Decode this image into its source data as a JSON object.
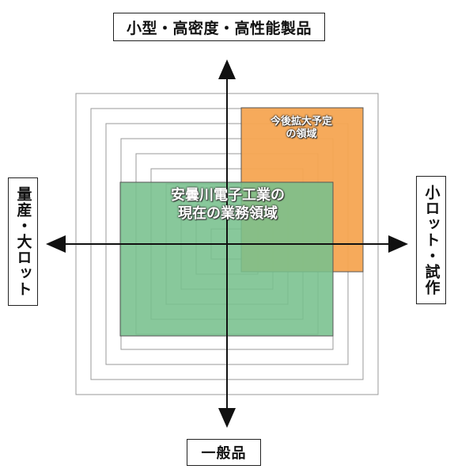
{
  "axes": {
    "top": "小型・高密度・高性能製品",
    "bottom": "一般品",
    "left": "量産・大ロット",
    "right": "小ロット・試作"
  },
  "regions": {
    "current": {
      "line1": "安曇川電子工業の",
      "line2": "現在の業務領域",
      "color": "#77c08d"
    },
    "planned": {
      "line1": "今後拡大予定",
      "line2": "の領域",
      "color": "#f5a552"
    }
  },
  "colors": {
    "axis": "#111111",
    "frame": "#9a9a9a"
  }
}
